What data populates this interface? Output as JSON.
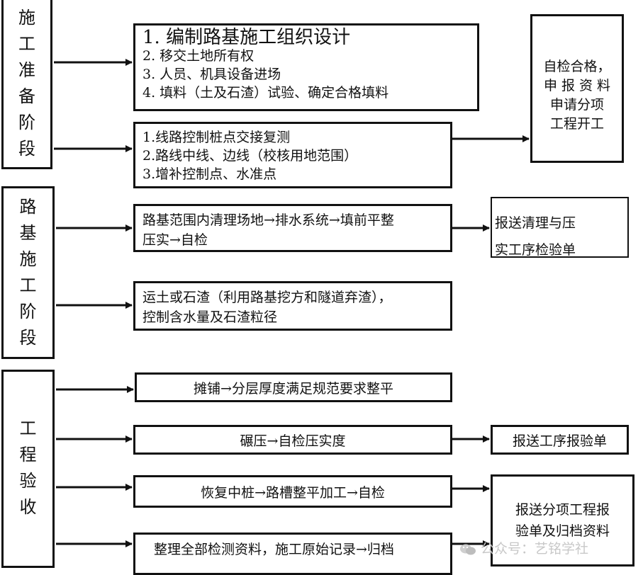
{
  "stages": {
    "prep": [
      "施",
      "工",
      "准",
      "备",
      "阶",
      "段"
    ],
    "build": [
      "路",
      "基",
      "施",
      "工",
      "阶",
      "段"
    ],
    "accept": [
      "工",
      "程",
      "验",
      "收"
    ]
  },
  "prep_tasks_1": [
    "1.  编制路基施工组织设计",
    "2. 移交土地所有权",
    "3. 人员、机具设备进场",
    "4. 填料（土及石渣）试验、确定合格填料"
  ],
  "prep_tasks_2": [
    "1.线路控制桩点交接复测",
    "2.路线中线、边线（校核用地范围）",
    "3.增补控制点、水准点"
  ],
  "prep_result": [
    "自检合格，",
    "申 报 资 料",
    "申请分项",
    "工程开工"
  ],
  "clear_task": [
    "路基范围内清理场地→排水系统→填前平整",
    "压实→自检"
  ],
  "clear_result": [
    "报送清理与压",
    "实工序检验单"
  ],
  "haul_task": [
    "运土或石渣（利用路基挖方和隧道弃渣），",
    "控制含水量及石渣粒径"
  ],
  "spread_task": "摊铺→分层厚度满足规范要求整平",
  "roll_task": "碾压→自检压实度",
  "roll_result": "报送工序报验单",
  "restore_task": "恢复中桩→路槽整平加工→自检",
  "final_result": [
    "报送分项工程报",
    "验单及归档资料"
  ],
  "archive_task": "整理全部检测资料，施工原始记录→归档",
  "watermark": "公众号：艺铭学社"
}
